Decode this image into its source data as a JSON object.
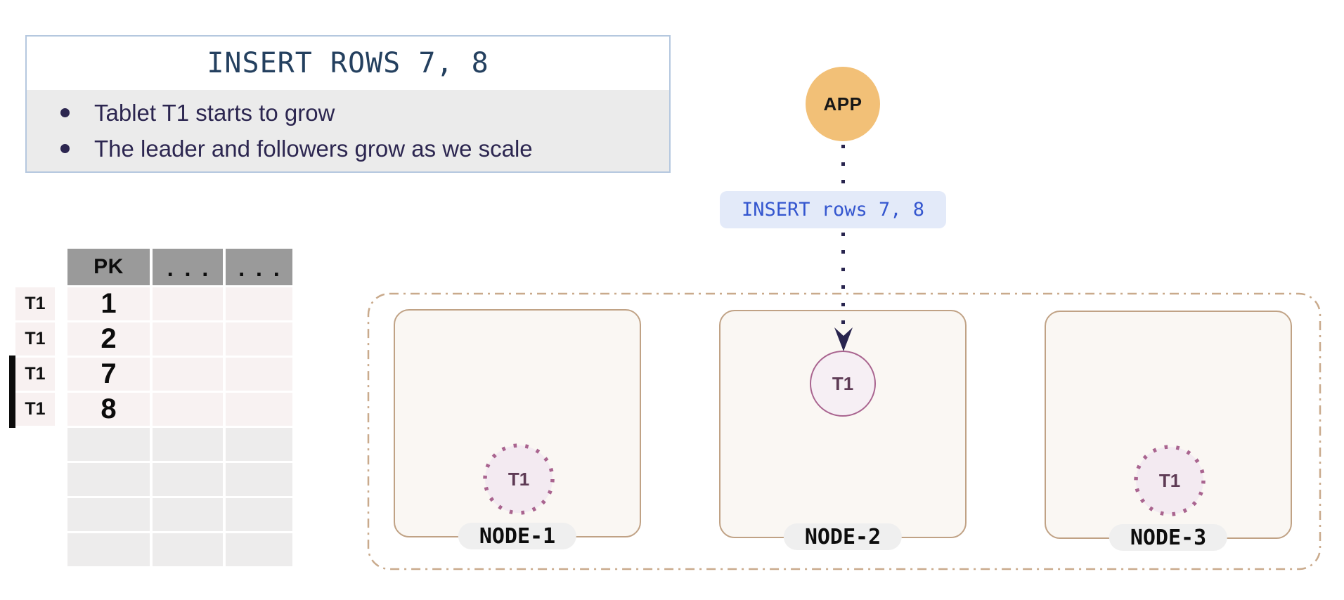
{
  "info_panel": {
    "title": "INSERT ROWS 7, 8",
    "bullets": [
      "Tablet T1 starts to grow",
      "The leader and followers grow as we scale"
    ]
  },
  "app": {
    "label": "APP"
  },
  "flow": {
    "label": "INSERT rows 7, 8"
  },
  "table": {
    "headers": [
      "PK",
      "...",
      "..."
    ],
    "rows": [
      {
        "tablet": "T1",
        "pk": "1",
        "inserted": false
      },
      {
        "tablet": "T1",
        "pk": "2",
        "inserted": false
      },
      {
        "tablet": "T1",
        "pk": "7",
        "inserted": true
      },
      {
        "tablet": "T1",
        "pk": "8",
        "inserted": true
      }
    ],
    "empty_row_count": 4
  },
  "cluster": {
    "nodes": [
      {
        "label": "NODE-1",
        "tablet": "T1",
        "role": "follower"
      },
      {
        "label": "NODE-2",
        "tablet": "T1",
        "role": "leader"
      },
      {
        "label": "NODE-3",
        "tablet": "T1",
        "role": "follower"
      }
    ]
  },
  "colors": {
    "app_fill": "#f2c077",
    "navy": "#28244e",
    "title_navy": "#24405f",
    "flow_label_text": "#3456cf",
    "flow_label_bg": "#e3eaf9",
    "info_border": "#b5c8df",
    "info_bullets_bg": "#ebebeb",
    "table_header_bg": "#9a9a9a",
    "table_row_bg": "#f8f2f2",
    "table_empty_bg": "#edecec",
    "insert_bar": "#0c0c0c",
    "cluster_border": "#c9aa8c",
    "node_fill": "#faf7f3",
    "node_border": "#c0a285",
    "node_pill_bg": "#efefef",
    "tablet_fill": "#f6eff4",
    "tablet_border": "#a9648f",
    "tablet_text": "#5e3b55"
  }
}
